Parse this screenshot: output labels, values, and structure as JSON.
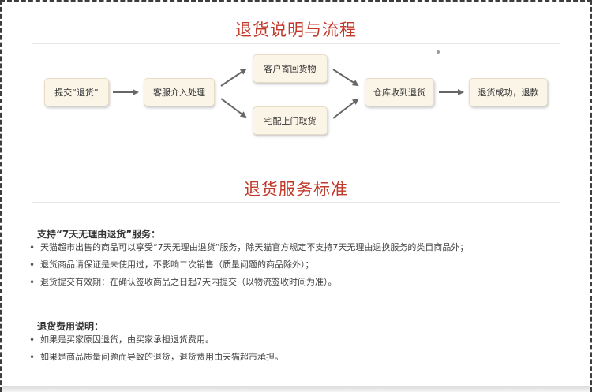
{
  "process": {
    "title": "退货说明与流程",
    "steps": {
      "submit": "提交“退货”",
      "service": "客服介入处理",
      "mail": "客户寄回货物",
      "pickup": "宅配上门取货",
      "warehouse": "仓库收到退货",
      "success": "退货成功，退款"
    }
  },
  "standards": {
    "title": "退货服务标准",
    "support_heading": "支持“7天无理由退货”服务：",
    "support_items": [
      "天猫超市出售的商品可以享受“7天无理由退货”服务，除天猫官方规定不支持7天无理由退换服务的类目商品外；",
      "退货商品请保证是未使用过，不影响二次销售（质量问题的商品除外）；",
      "退货提交有效期：在确认签收商品之日起7天内提交（以物流签收时间为准）。"
    ],
    "fee_heading": "退货费用说明：",
    "fee_items": [
      "如果是买家原因退货，由买家承担退货费用。",
      "如果是商品质量问题而导致的退货，退货费用由天猫超市承担。"
    ]
  },
  "colors": {
    "title": "#c0392b",
    "box_fill": "#fbf5e8",
    "arrow": "#666666"
  }
}
